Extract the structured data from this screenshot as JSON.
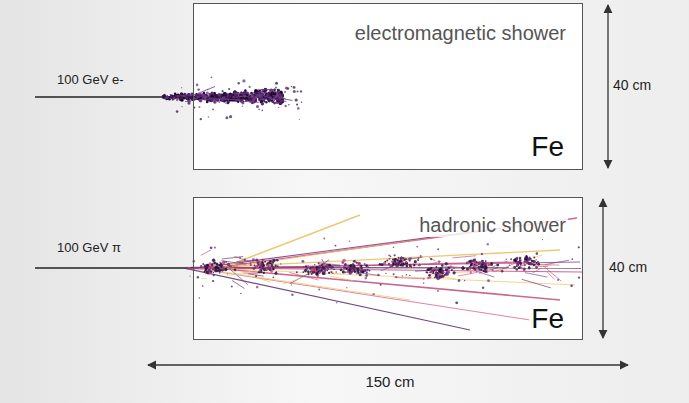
{
  "diagram": {
    "nodes": [
      {
        "text": [
          "electromagnetic shower",
          "Fe"
        ]
      },
      {
        "text": [
          "hadronic shower",
          "Fe"
        ]
      }
    ],
    "labels": [
      "100 GeV e-",
      "40 cm",
      "100 GeV π",
      "40 cm",
      "150 cm"
    ]
  }
}
